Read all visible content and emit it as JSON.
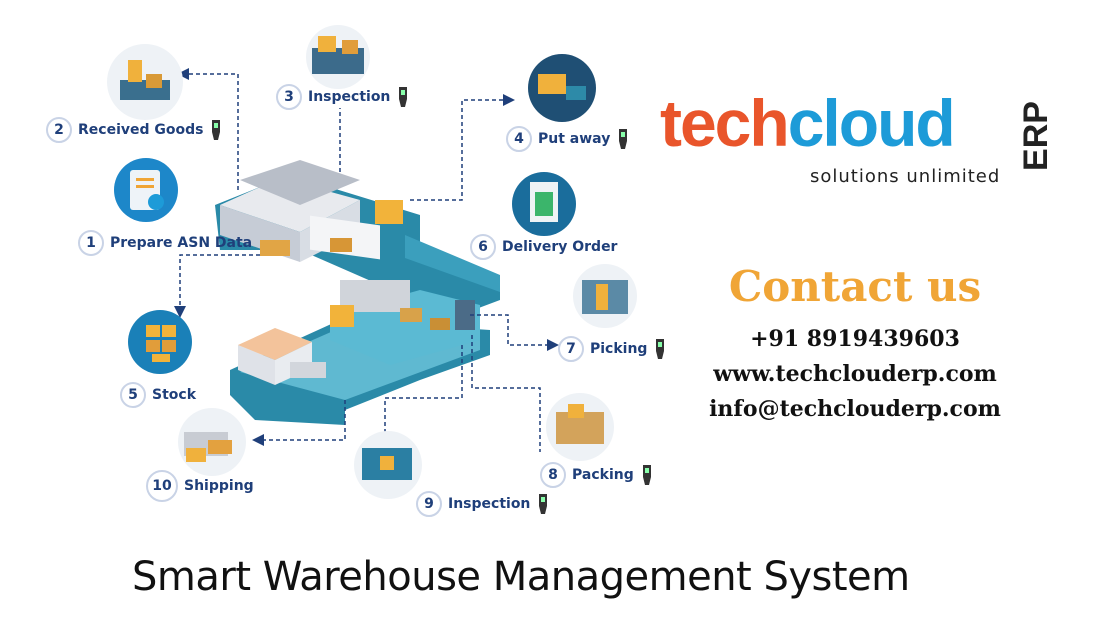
{
  "steps": [
    {
      "num": "1",
      "label": "Prepare ASN Data"
    },
    {
      "num": "2",
      "label": "Received Goods"
    },
    {
      "num": "3",
      "label": "Inspection"
    },
    {
      "num": "4",
      "label": "Put away"
    },
    {
      "num": "5",
      "label": "Stock"
    },
    {
      "num": "6",
      "label": "Delivery Order"
    },
    {
      "num": "7",
      "label": "Picking"
    },
    {
      "num": "8",
      "label": "Packing"
    },
    {
      "num": "9",
      "label": "Inspection"
    },
    {
      "num": "10",
      "label": "Shipping"
    }
  ],
  "logo": {
    "part1": "tech",
    "part2": "cloud",
    "erp": "ERP",
    "tagline": "solutions unlimited"
  },
  "contact": {
    "title": "Contact us",
    "phone": "+91 8919439603",
    "website": "www.techclouderp.com",
    "email": "info@techclouderp.com"
  },
  "footer": {
    "title": "Smart Warehouse Management System"
  },
  "colors": {
    "navy": "#1f3f7a",
    "orange": "#e9552b",
    "blue": "#1d9bd8",
    "gold": "#f0a536",
    "road": "#2a8aa8",
    "teal": "#1b6f8a"
  }
}
